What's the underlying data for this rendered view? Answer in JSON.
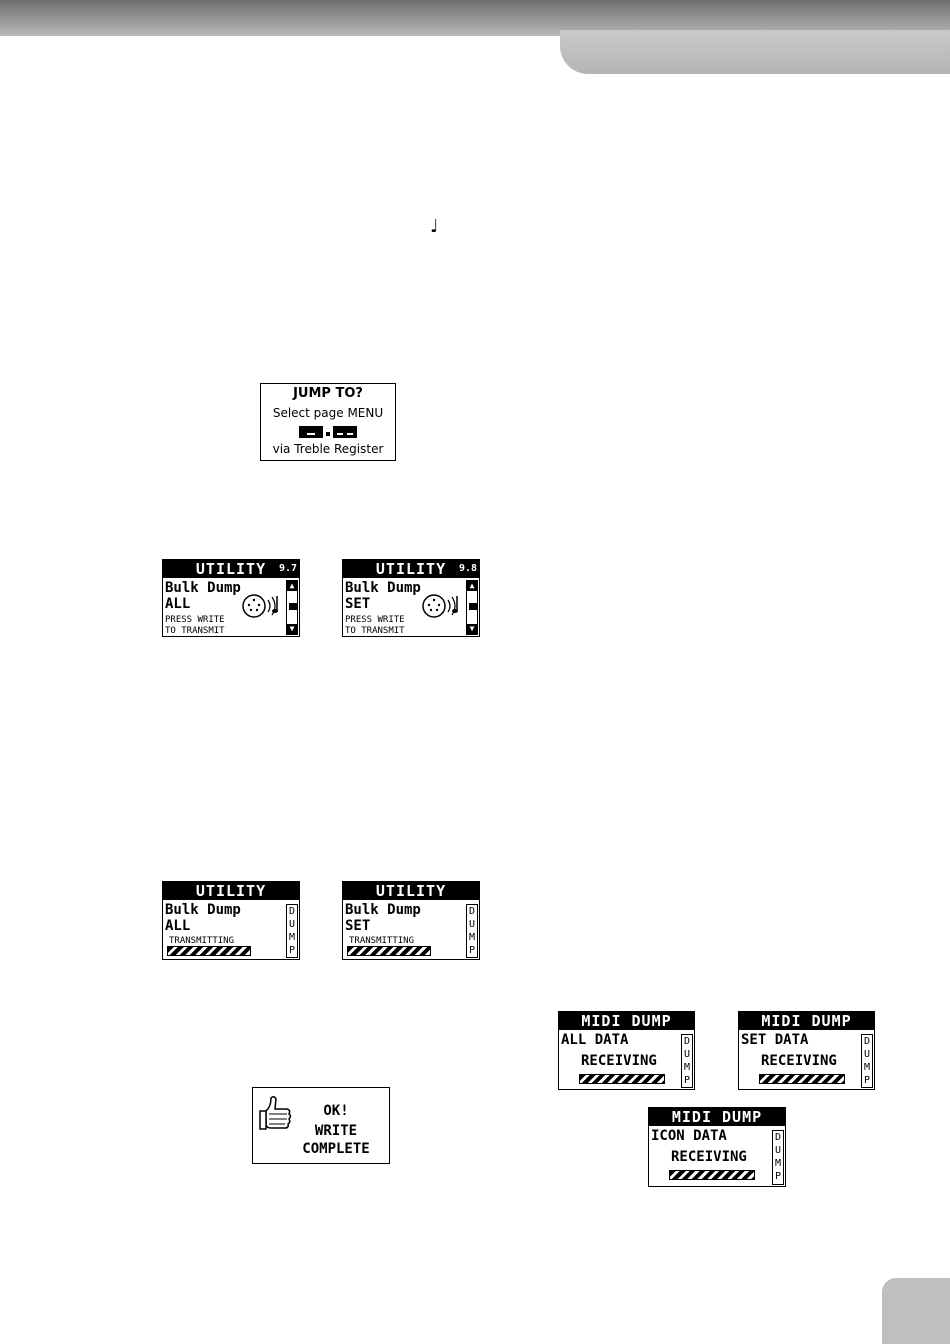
{
  "note_glyph": "♩",
  "jump_dialog": {
    "title": "JUMP TO?",
    "line": "Select page  MENU",
    "via": "via Treble Register"
  },
  "utility_page_97": {
    "title": "UTILITY",
    "page": "9.7",
    "line1": "Bulk Dump",
    "line2": "ALL",
    "hint1": "PRESS WRITE",
    "hint2": "TO TRANSMIT"
  },
  "utility_page_98": {
    "title": "UTILITY",
    "page": "9.8",
    "line1": "Bulk Dump",
    "line2": "SET",
    "hint1": "PRESS WRITE",
    "hint2": "TO TRANSMIT"
  },
  "utility_tx_all": {
    "title": "UTILITY",
    "line1": "Bulk Dump",
    "line2": "ALL",
    "status": "TRANSMITTING",
    "side": [
      "D",
      "U",
      "M",
      "P"
    ]
  },
  "utility_tx_set": {
    "title": "UTILITY",
    "line1": "Bulk Dump",
    "line2": "SET",
    "status": "TRANSMITTING",
    "side": [
      "D",
      "U",
      "M",
      "P"
    ]
  },
  "write_complete": {
    "line1": "OK!",
    "line2": "WRITE",
    "line3": "COMPLETE"
  },
  "midi_all": {
    "title": "MIDI DUMP",
    "line1": "ALL DATA",
    "status": "RECEIVING",
    "side": [
      "D",
      "U",
      "M",
      "P"
    ]
  },
  "midi_set": {
    "title": "MIDI DUMP",
    "line1": "SET DATA",
    "status": "RECEIVING",
    "side": [
      "D",
      "U",
      "M",
      "P"
    ]
  },
  "midi_icon": {
    "title": "MIDI DUMP",
    "line1": "ICON DATA",
    "status": "RECEIVING",
    "side": [
      "D",
      "U",
      "M",
      "P"
    ]
  }
}
